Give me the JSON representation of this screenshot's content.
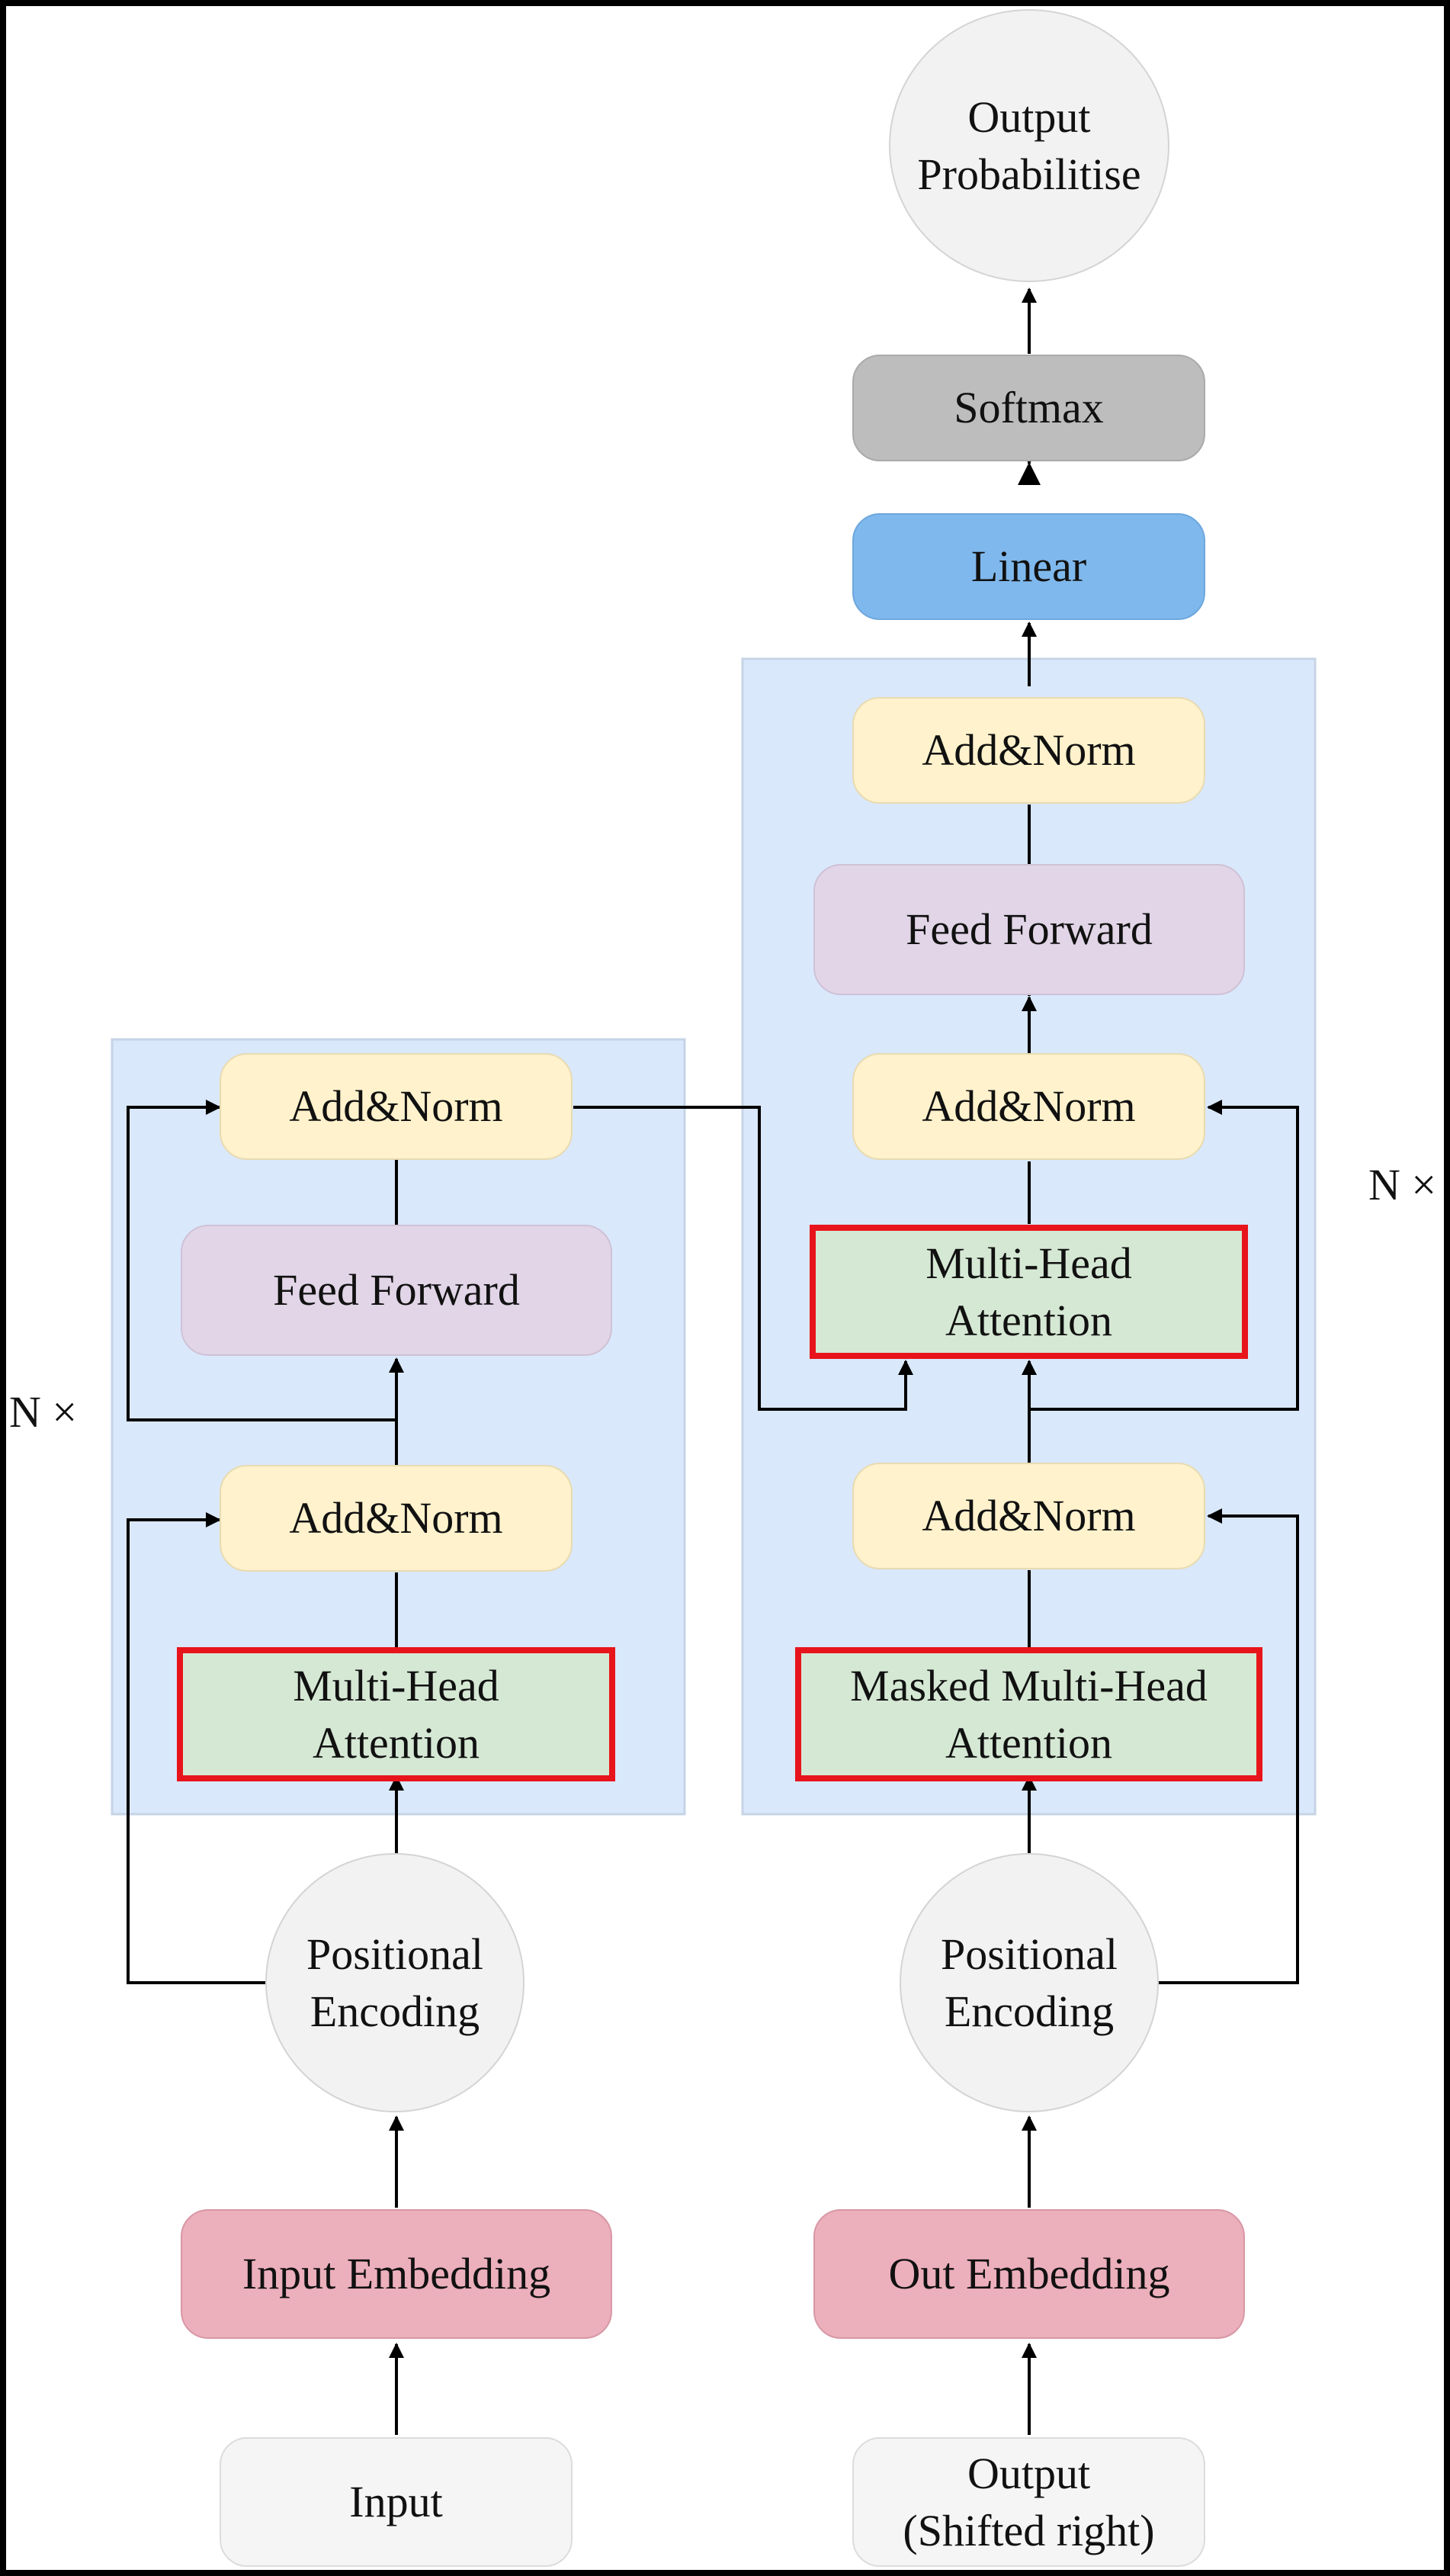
{
  "n_times_label": "N ×",
  "encoder": {
    "input": "Input",
    "embedding": "Input Embedding",
    "positional": "Positional\nEncoding",
    "attention": "Multi-Head\nAttention",
    "addnorm_1": "Add&Norm",
    "feed_forward": "Feed Forward",
    "addnorm_2": "Add&Norm"
  },
  "decoder": {
    "output": "Output\n(Shifted right)",
    "embedding": "Out Embedding",
    "positional": "Positional\nEncoding",
    "masked_attention": "Masked Multi-Head\nAttention",
    "addnorm_1": "Add&Norm",
    "attention": "Multi-Head\nAttention",
    "addnorm_2": "Add&Norm",
    "feed_forward": "Feed Forward",
    "addnorm_3": "Add&Norm"
  },
  "head": {
    "linear": "Linear",
    "softmax": "Softmax",
    "probabilities": "Output\nProbabilitise"
  },
  "colors": {
    "block_background": "#dae8fc",
    "add_norm": "#fff2cc",
    "feed_forward": "#e1d5e7",
    "attention": "#d5e8d4",
    "attention_border": "#e8141b",
    "embedding": "#ecafbc",
    "linear": "#7fb8ec",
    "softmax": "#bdbdbd"
  }
}
